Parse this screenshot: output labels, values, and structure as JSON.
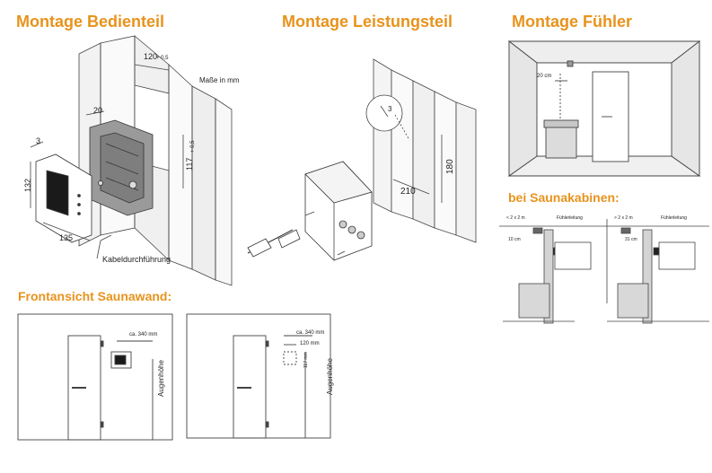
{
  "headings": {
    "bedienteil": "Montage Bedienteil",
    "leistungsteil": "Montage Leistungsteil",
    "fuehler": "Montage Fühler",
    "saunakabinen": "bei Saunakabinen:",
    "frontansicht": "Frontansicht Saunawand:"
  },
  "bedienteil": {
    "dim_width_top": "120",
    "dim_width_top_tol": "+ 0,5",
    "masse": "Maße in mm",
    "dim_20": "20",
    "dim_3": "3",
    "dim_132": "132",
    "dim_135": "135",
    "dim_117": "117",
    "dim_117_tol": "+ 0,5",
    "kabel": "Kabeldurchführung"
  },
  "leistungsteil": {
    "dim_210": "210",
    "dim_180": "180",
    "detail_3": "3"
  },
  "fuehler": {
    "dim_20cm": "20 cm"
  },
  "saunakabinen": {
    "left_size": "< 2 x 2 m",
    "left_vent": "Fühlerleitung",
    "left_dist": "10 cm",
    "right_size": "> 2 x 2 m",
    "right_vent": "Fühlerleitung",
    "right_dist": "31 cm"
  },
  "frontansicht": {
    "left_dist": "ca. 340 mm",
    "left_height": "Augenhöhe",
    "right_dist": "ca. 340 mm",
    "right_120": "120 mm",
    "right_117": "117 mm",
    "right_height": "Augenhöhe"
  }
}
